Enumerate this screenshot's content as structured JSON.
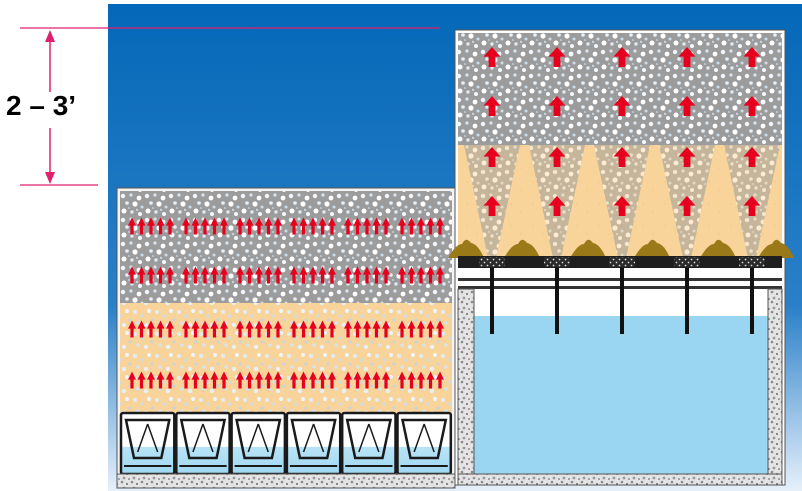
{
  "dimension": {
    "label": "2 – 3’",
    "line_color": "#e0206f"
  },
  "colors": {
    "sky_top": "#0468b8",
    "sky_bottom": "#e6f0fa",
    "gravel": "#9c9c9c",
    "sand": "#f8d39a",
    "water": "#9ad6f2",
    "arrow": "#e6001e",
    "sediment": "#9a7a18",
    "frame": "#1a1a1a"
  },
  "left_system": {
    "name": "underdrain-block-filter",
    "arrow_rows": 4,
    "arrow_groups_per_row": 6,
    "arrows_per_group": 5,
    "underdrain_blocks": 6
  },
  "right_system": {
    "name": "nozzle-lateral-filter",
    "arrow_rows": 4,
    "arrow_columns": 5,
    "nozzle_count": 5,
    "sediment_mounds": 6
  }
}
